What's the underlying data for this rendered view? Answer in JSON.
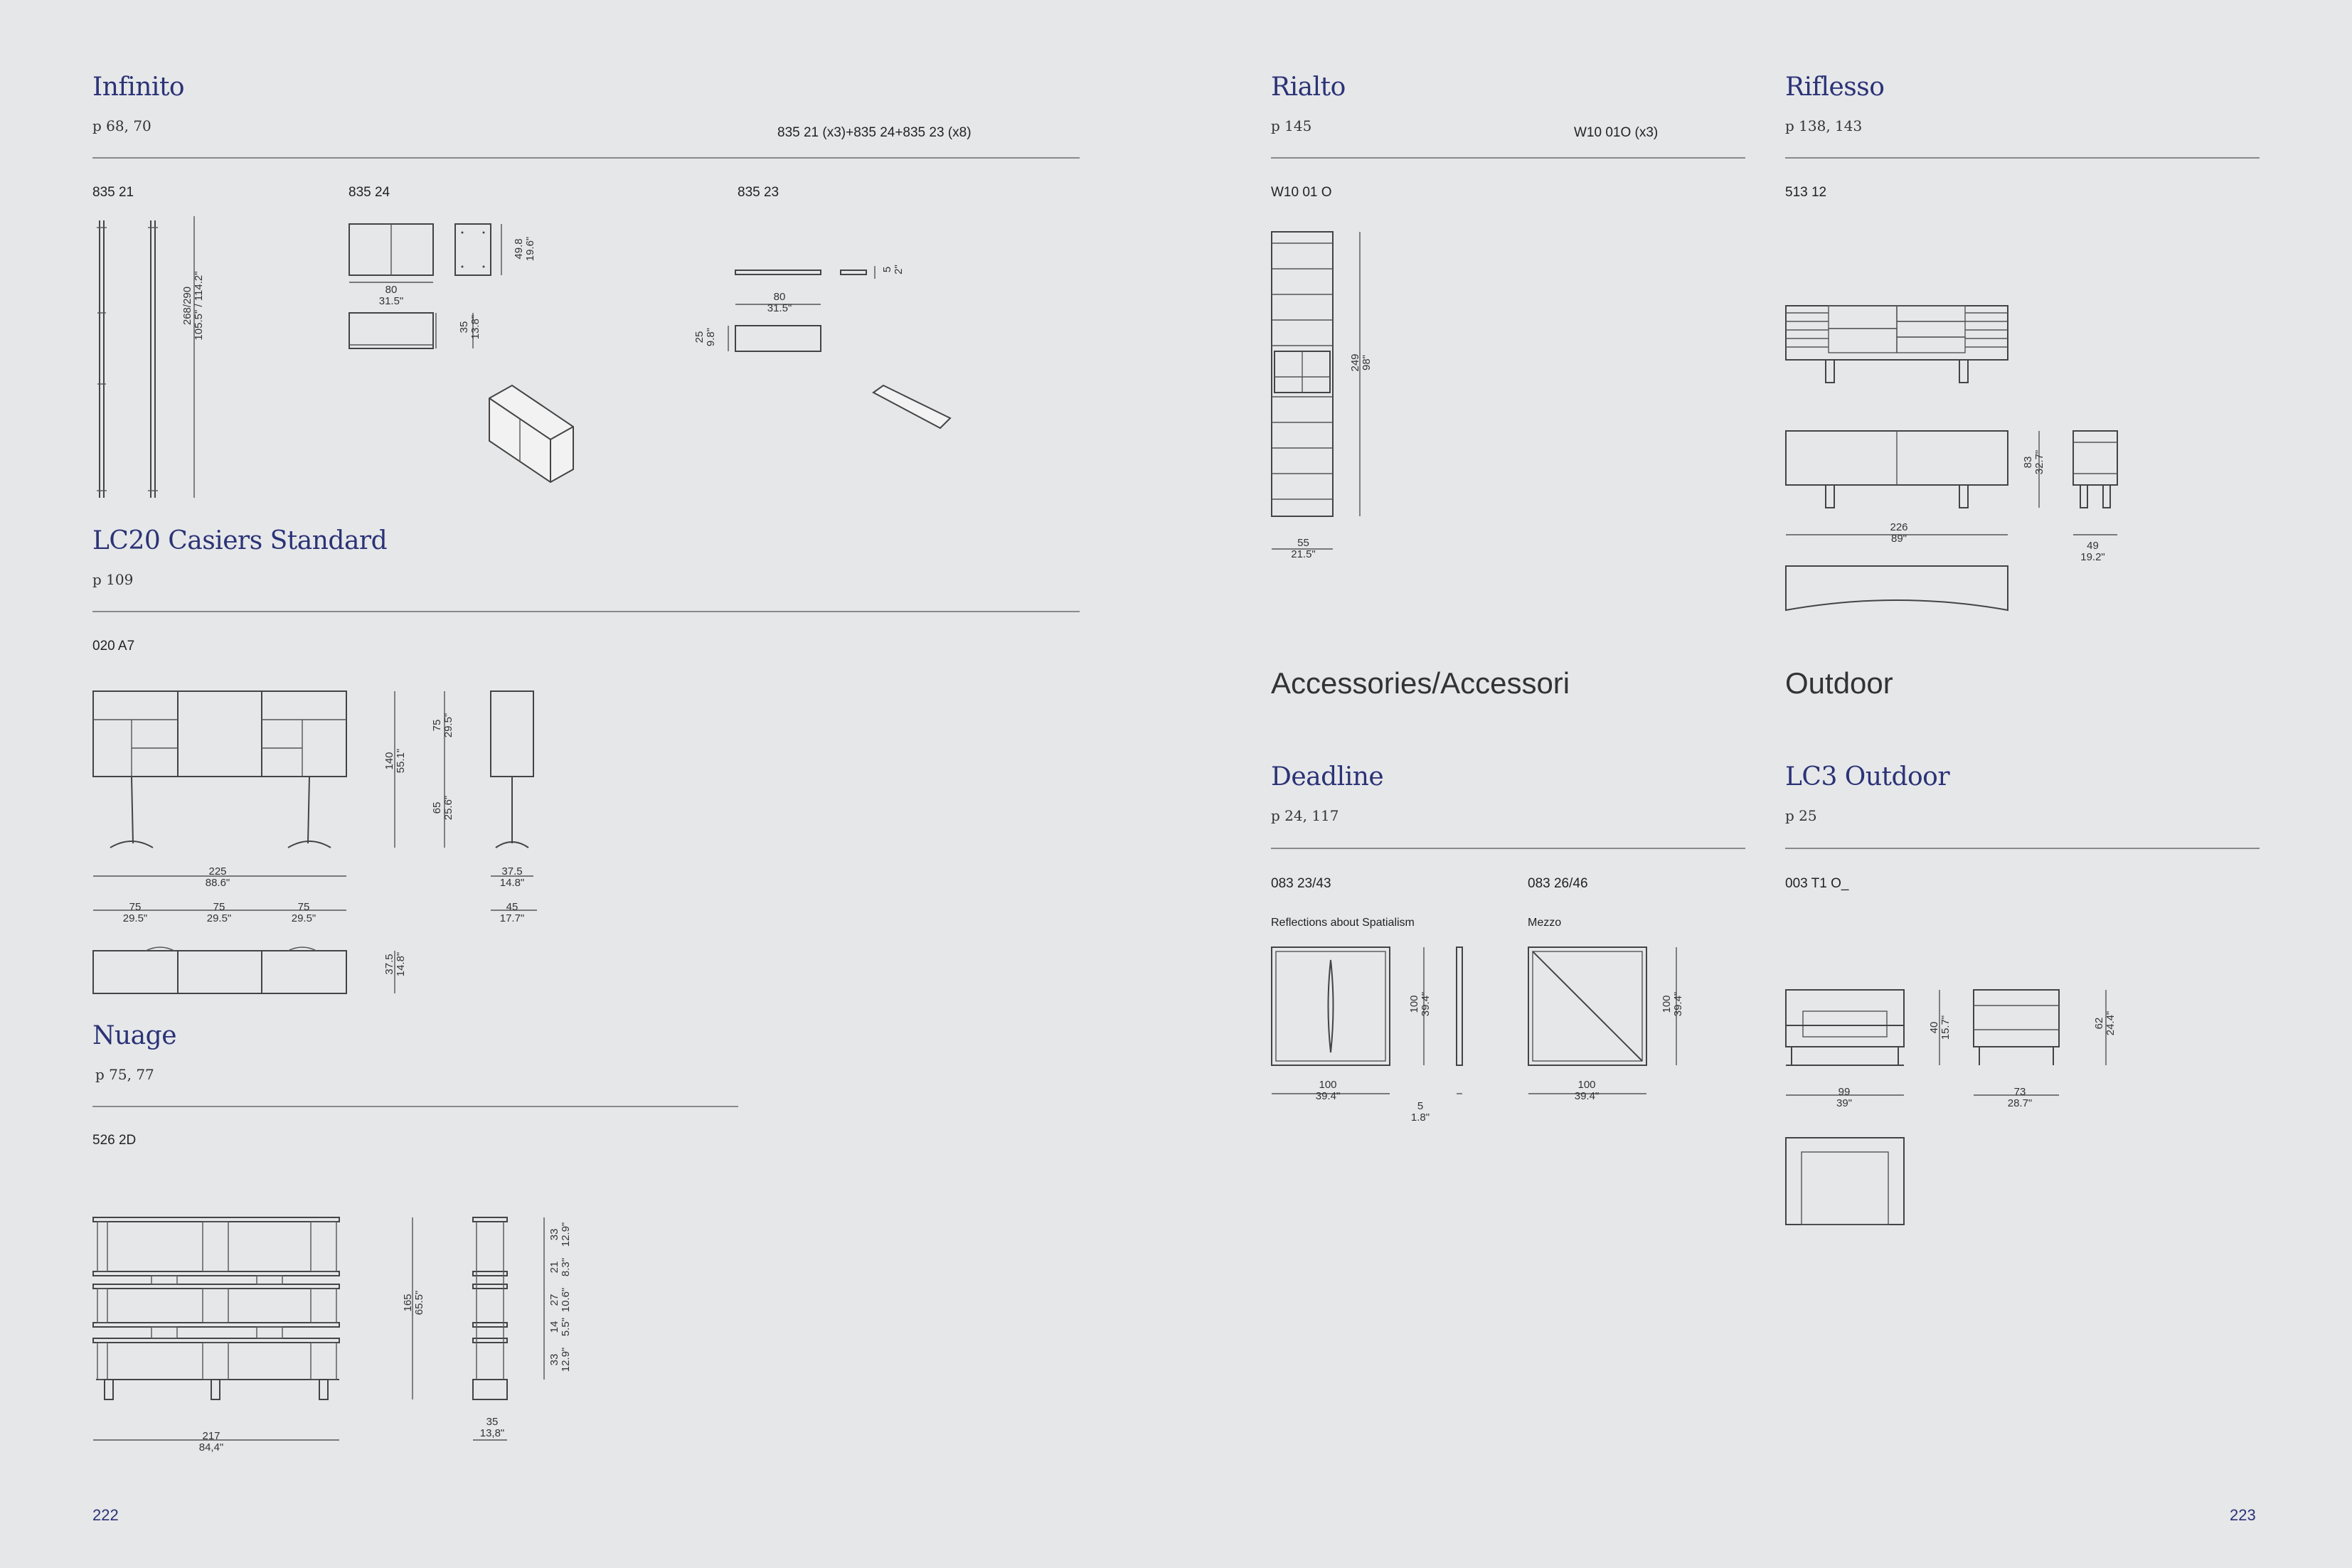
{
  "sections": {
    "infinito": {
      "title": "Infinito",
      "pages": "p 68, 70",
      "combo": "835 21 (x3)+835 24+835 23 (x8)",
      "codes": [
        "835 21",
        "835 24",
        "835 23"
      ]
    },
    "lc20": {
      "title": "LC20 Casiers Standard",
      "pages": "p 109",
      "code": "020 A7"
    },
    "nuage": {
      "title": "Nuage",
      "pages": "p 75, 77",
      "code": "526 2D"
    },
    "rialto": {
      "title": "Rialto",
      "pages": "p 145",
      "combo": "W10 01O (x3)",
      "code": "W10 01 O"
    },
    "riflesso": {
      "title": "Riflesso",
      "pages": "p 138, 143",
      "code": "513 12"
    },
    "accessories": {
      "heading": "Accessories/Accessori"
    },
    "outdoor": {
      "heading": "Outdoor"
    },
    "deadline": {
      "title": "Deadline",
      "pages": "p 24, 117",
      "codes": [
        "083 23/43",
        "083 26/46"
      ],
      "names": [
        "Reflections about Spatialism",
        "Mezzo"
      ]
    },
    "lc3": {
      "title": "LC3 Outdoor",
      "pages": "p 25",
      "code": "003 T1 O_"
    }
  },
  "dims": {
    "inf_h": [
      "268/290",
      "105.5\" / 114.2\""
    ],
    "inf24_w": [
      "80",
      "31.5\""
    ],
    "inf24_h": [
      "49.8",
      "19.6\""
    ],
    "inf24_d": [
      "35",
      "13.8\""
    ],
    "inf23_w": [
      "80",
      "31.5\""
    ],
    "inf23_t": [
      "5",
      "2\""
    ],
    "inf23_d": [
      "25",
      "9.8\""
    ],
    "lc_w": [
      "225",
      "88.6\""
    ],
    "lc_m1": [
      "75",
      "29.5\""
    ],
    "lc_m2": [
      "75",
      "29.5\""
    ],
    "lc_m3": [
      "75",
      "29.5\""
    ],
    "lc_h": [
      "140",
      "55.1\""
    ],
    "lc_top": [
      "75",
      "29.5\""
    ],
    "lc_leg": [
      "65",
      "25.6\""
    ],
    "lc_d": [
      "37.5",
      "14.8\""
    ],
    "lc_base": [
      "45",
      "17.7\""
    ],
    "lc_pd": [
      "37.5",
      "14.8\""
    ],
    "nu_w": [
      "217",
      "84,4\""
    ],
    "nu_h": [
      "165",
      "65.5\""
    ],
    "nu_d": [
      "35",
      "13,8\""
    ],
    "nu_s1": [
      "33",
      "12.9\""
    ],
    "nu_s2": [
      "21",
      "8.3\""
    ],
    "nu_s3": [
      "27",
      "10.6\""
    ],
    "nu_s4": [
      "14",
      "5.5\""
    ],
    "nu_s5": [
      "33",
      "12.9\""
    ],
    "ri_h": [
      "249",
      "98\""
    ],
    "ri_w": [
      "55",
      "21.5\""
    ],
    "rf_w": [
      "226",
      "89\""
    ],
    "rf_h": [
      "83",
      "32.7\""
    ],
    "rf_d": [
      "49",
      "19.2\""
    ],
    "dl1_w": [
      "100",
      "39.4\""
    ],
    "dl1_h": [
      "100",
      "39.4\""
    ],
    "dl1_t": [
      "5",
      "1.8\""
    ],
    "dl2_w": [
      "100",
      "39.4\""
    ],
    "dl2_h": [
      "100",
      "39.4\""
    ],
    "lc3_w": [
      "99",
      "39\""
    ],
    "lc3_sh": [
      "40",
      "15.7\""
    ],
    "lc3_d": [
      "73",
      "28.7\""
    ],
    "lc3_h": [
      "62",
      "24.4\""
    ]
  },
  "page_numbers": {
    "left": "222",
    "right": "223"
  }
}
